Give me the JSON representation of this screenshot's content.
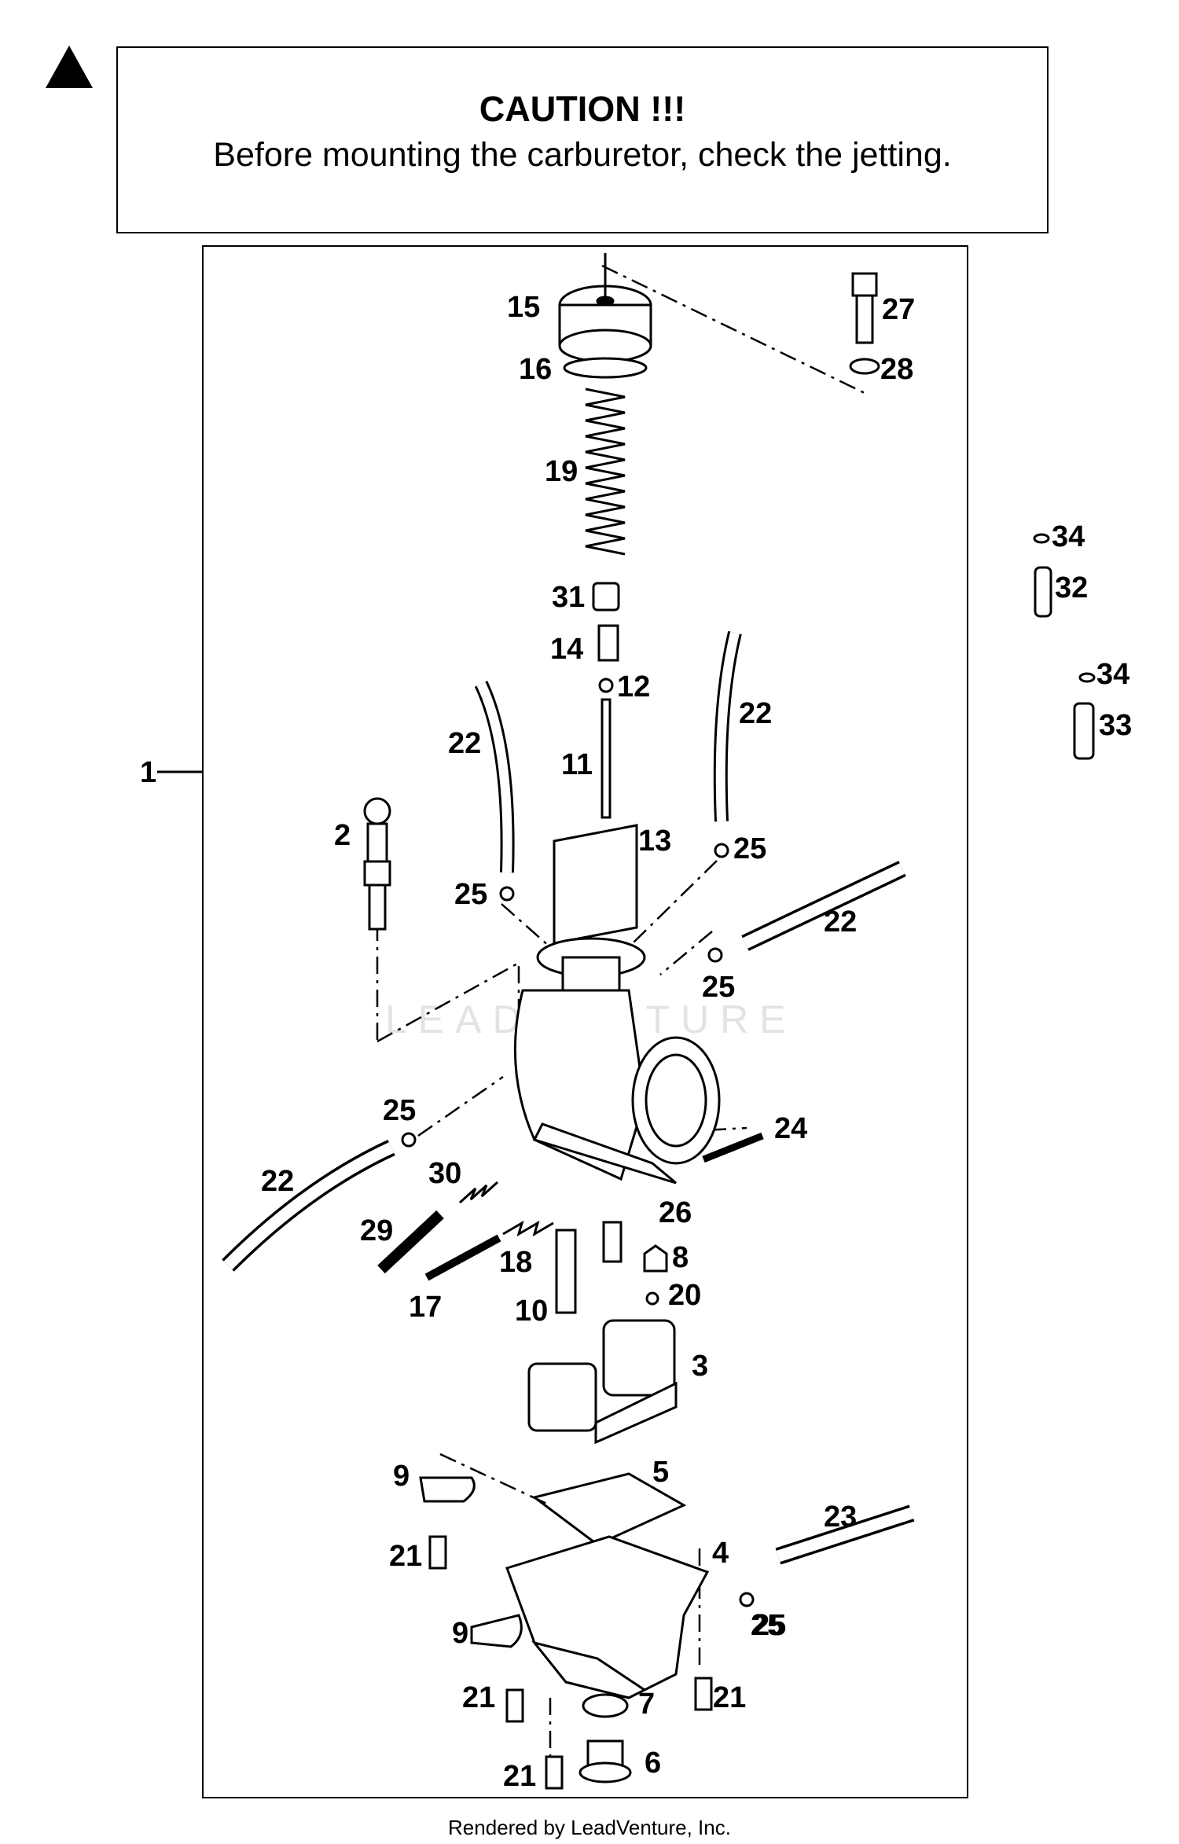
{
  "caution": {
    "title": "CAUTION !!!",
    "text": "Before mounting the carburetor, check the jetting."
  },
  "watermark": "LEADVENTURE",
  "footer": "Rendered by LeadVenture, Inc.",
  "callouts": [
    "15",
    "27",
    "16",
    "28",
    "19",
    "34",
    "32",
    "31",
    "14",
    "12",
    "34",
    "33",
    "22",
    "22",
    "11",
    "1",
    "13",
    "25",
    "2",
    "25",
    "25",
    "22",
    "25",
    "25",
    "24",
    "22",
    "30",
    "26",
    "29",
    "18",
    "8",
    "17",
    "10",
    "20",
    "3",
    "9",
    "5",
    "23",
    "21",
    "4",
    "9",
    "25",
    "21",
    "7",
    "21",
    "21",
    "6"
  ]
}
